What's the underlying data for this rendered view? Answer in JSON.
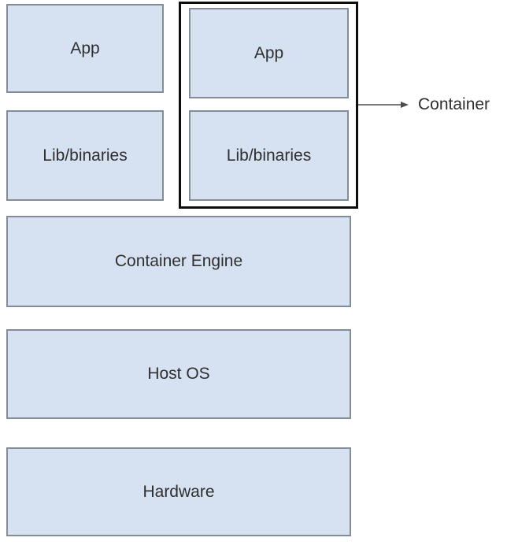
{
  "diagram": {
    "type": "container-architecture-stack",
    "boxes": {
      "app_left": "App",
      "lib_left": "Lib/binaries",
      "app_container": "App",
      "lib_container": "Lib/binaries",
      "container_engine": "Container Engine",
      "host_os": "Host OS",
      "hardware": "Hardware"
    },
    "annotation": {
      "container_label": "Container"
    },
    "colors": {
      "box_fill": "#d6e2f2",
      "box_border": "#848c96",
      "container_outline": "#0d0d0d",
      "arrow": "#4d4d4d",
      "text": "#2f2f2f",
      "background": "#ffffff"
    }
  }
}
